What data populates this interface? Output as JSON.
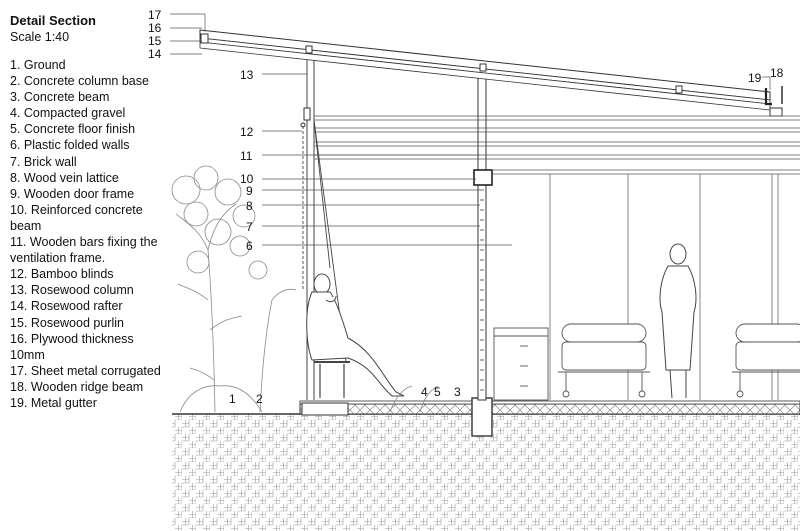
{
  "header": {
    "title": "Detail Section",
    "scale": "Scale 1:40"
  },
  "legend": [
    "1. Ground",
    "2. Concrete column base",
    "3. Concrete beam",
    "4. Compacted gravel",
    "5. Concrete floor finish",
    "6. Plastic folded walls",
    "7. Brick wall",
    "8. Wood vein lattice",
    "9. Wooden door frame",
    "10. Reinforced concrete beam",
    "11. Wooden bars fixing the ventilation frame.",
    "12. Bamboo blinds",
    "13. Rosewood column",
    "14. Rosewood rafter",
    "15. Rosewood purlin",
    "16. Plywood thickness 10mm",
    "17. Sheet metal corrugated",
    "18. Wooden ridge beam",
    "19. Metal gutter"
  ],
  "callouts": [
    "1",
    "2",
    "3",
    "4",
    "5",
    "6",
    "7",
    "8",
    "9",
    "10",
    "11",
    "12",
    "13",
    "14",
    "15",
    "16",
    "17",
    "18",
    "19"
  ],
  "colors": {
    "line": "#333333",
    "hatch": "#9a9a9a",
    "ground": "#f2f2f2"
  }
}
